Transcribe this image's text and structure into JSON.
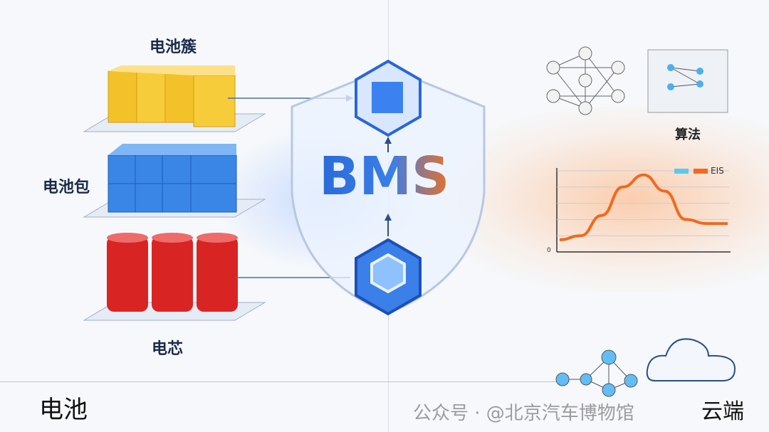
{
  "left": {
    "cluster_label": "电池簇",
    "pack_label": "电池包",
    "cell_label": "电芯",
    "section_label": "电池"
  },
  "center": {
    "title": "BMS"
  },
  "right": {
    "algorithm_label": "算法",
    "section_label": "云端"
  },
  "chart_data": {
    "type": "line",
    "legend": [
      "",
      "EIS"
    ],
    "series": [
      {
        "name": "EIS",
        "values": [
          15,
          20,
          45,
          80,
          95,
          75,
          40,
          35,
          35
        ]
      }
    ],
    "ylim": [
      0,
      100
    ],
    "y_zero_label": "0",
    "colors": [
      "#5bc8f0",
      "#f06a20"
    ]
  },
  "watermark": "公众号 · @北京汽车博物馆"
}
